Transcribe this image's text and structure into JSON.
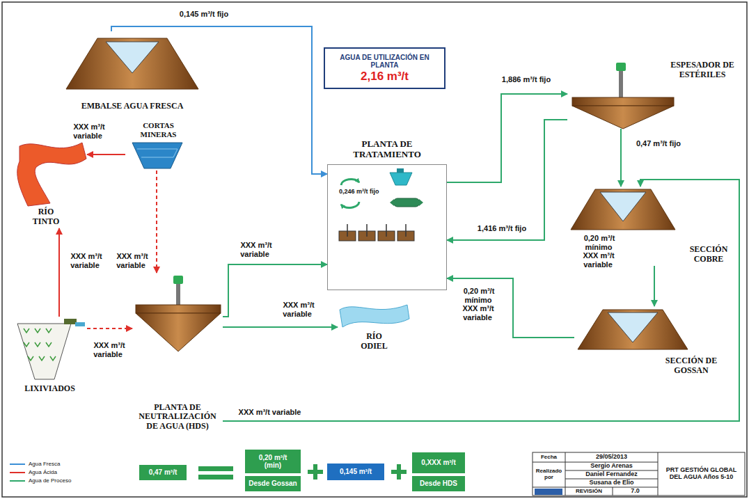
{
  "diagram": {
    "nodes": [
      {
        "text": [
          "EMBALSE AGUA FRESCA"
        ]
      },
      {
        "text": [
          "AGUA DE UTILIZACIÓN EN PLANTA",
          "2,16 m³/t"
        ]
      },
      {
        "text": [
          "ESPESADOR DE ESTÉRILES"
        ]
      },
      {
        "text": [
          "CORTAS MINERAS"
        ]
      },
      {
        "text": [
          "PLANTA DE TRATAMIENTO",
          "0,246 m³/t fijo"
        ]
      },
      {
        "text": [
          "RÍO TINTO"
        ]
      },
      {
        "text": [
          "SECCIÓN COBRE"
        ]
      },
      {
        "text": [
          "LIXIVIADOS"
        ]
      },
      {
        "text": [
          "PLANTA DE NEUTRALIZACIÓN DE AGUA (HDS)"
        ]
      },
      {
        "text": [
          "RÍO ODIEL"
        ]
      },
      {
        "text": [
          "SECCIÓN DE GOSSAN"
        ]
      },
      {
        "text": [
          "0,47 m³/t"
        ]
      },
      {
        "text": [
          "0,20 m³/t (min)"
        ]
      },
      {
        "text": [
          "Desde Gossan"
        ]
      },
      {
        "text": [
          "0,145 m³/t"
        ]
      },
      {
        "text": [
          "0,XXX m³/t"
        ]
      },
      {
        "text": [
          "Desde HDS"
        ]
      }
    ],
    "edges": [
      {
        "from": 0,
        "to": 4,
        "arrow": "to",
        "label": "0,145 m³/t fijo"
      },
      {
        "from": 3,
        "to": 5,
        "arrow": "to",
        "label": "XXX m³/t variable"
      },
      {
        "from": 3,
        "to": 8,
        "arrow": "to",
        "label": "XXX m³/t variable"
      },
      {
        "from": 7,
        "to": 5,
        "arrow": "to",
        "label": "XXX m³/t variable"
      },
      {
        "from": 7,
        "to": 8,
        "arrow": "to",
        "label": "XXX m³/t variable"
      },
      {
        "from": 8,
        "to": 4,
        "arrow": "to",
        "label": "XXX m³/t variable"
      },
      {
        "from": 8,
        "to": 9,
        "arrow": "to",
        "label": "XXX m³/t variable"
      },
      {
        "from": 4,
        "to": 2,
        "arrow": "to",
        "label": "1,886 m³/t fijo"
      },
      {
        "from": 2,
        "to": 4,
        "arrow": "to",
        "label": "1,416 m³/t fijo"
      },
      {
        "from": 2,
        "to": 6,
        "arrow": "to",
        "label": "0,47 m³/t fijo"
      },
      {
        "from": 6,
        "to": 10,
        "arrow": "to",
        "label": "0,20 m³/t mínimo XXX m³/t variable"
      },
      {
        "from": 10,
        "to": 4,
        "arrow": "to",
        "label": "0,20 m³/t mínimo XXX m³/t variable"
      },
      {
        "from": 8,
        "to": 6,
        "arrow": "to",
        "label": "XXX m³/t variable"
      }
    ],
    "labels": [
      "Fecha",
      "29/05/2013",
      "Realizado por",
      "Sergio Arenas",
      "Daniel Fernandez",
      "Susana de Elio",
      "REVISIÓN",
      "7.0",
      "PRT GESTIÓN GLOBAL DEL AGUA Años 5-10"
    ],
    "legend": [
      {
        "text": "Agua Fresca"
      },
      {
        "text": "Agua Ácida"
      },
      {
        "text": "Agua de Proceso"
      }
    ]
  }
}
